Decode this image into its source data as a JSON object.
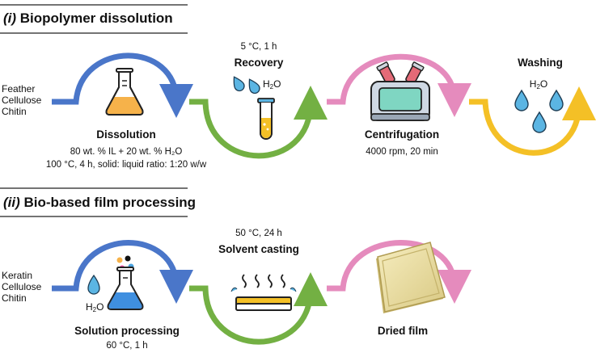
{
  "colors": {
    "blue": "#4a76c9",
    "green": "#73b043",
    "pink": "#e58bbd",
    "yellow": "#f4c026",
    "liquid_orange": "#f6b24a",
    "liquid_blue": "#3f8fe0",
    "drop_blue": "#5bb5e3",
    "rule": "#222222"
  },
  "section1": {
    "numeral": "(i)",
    "title": "Biopolymer dissolution",
    "inputs": [
      "Feather",
      "Cellulose",
      "Chitin"
    ],
    "dissolution": {
      "label": "Dissolution",
      "line1": "80 wt. % IL + 20 wt. % H₂O",
      "line2": "100 °C, 4 h, solid: liquid ratio: 1:20 w/w"
    },
    "recovery": {
      "condition": "5 °C, 1 h",
      "label": "Recovery",
      "h2o": "H",
      "h2o_sub": "2",
      "h2o_tail": "O"
    },
    "centrifugation": {
      "label": "Centrifugation",
      "condition": "4000 rpm, 20 min"
    },
    "washing": {
      "label": "Washing",
      "h2o": "H",
      "h2o_sub": "2",
      "h2o_tail": "O"
    }
  },
  "section2": {
    "numeral": "(ii)",
    "title": "Bio-based film processing",
    "inputs": [
      "Keratin",
      "Cellulose",
      "Chitin"
    ],
    "solution": {
      "label": "Solution processing",
      "condition": "60 °C, 1 h",
      "h2o": "H",
      "h2o_sub": "2",
      "h2o_tail": "O"
    },
    "casting": {
      "condition": "50 °C, 24 h",
      "label": "Solvent casting"
    },
    "dried": {
      "label": "Dried film"
    }
  },
  "icons": [
    "erlenmeyer-flask-icon",
    "test-tube-icon",
    "water-drop-icon",
    "centrifuge-icon",
    "evaporation-dish-icon",
    "dried-film-icon"
  ]
}
